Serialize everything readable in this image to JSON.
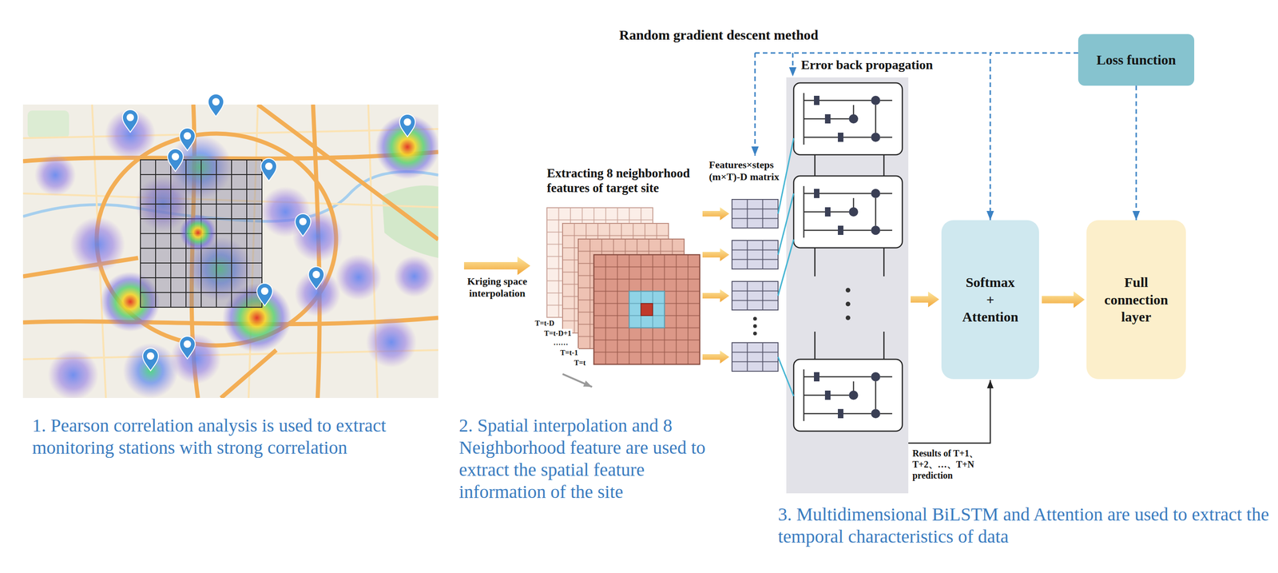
{
  "diagram": {
    "nodes": [
      {
        "text": [
          "Loss function"
        ]
      },
      {
        "text": [
          "Softmax + Attention"
        ]
      },
      {
        "text": [
          "Full connection layer"
        ]
      }
    ],
    "edges": [
      {
        "from": 0,
        "to": 1,
        "arrow": "to"
      },
      {
        "from": 0,
        "to": 2,
        "arrow": "to"
      },
      {
        "from": 1,
        "to": 2,
        "arrow": "to"
      }
    ],
    "labels": [
      "Random gradient descent method",
      "Error back propagation",
      "Kriging space interpolation",
      "Extracting 8 neighborhood features of target site",
      "T=t-D",
      "T=t-D+1",
      "……",
      "T=t-1",
      "T=t",
      "Features×steps (m×T)-D matrix",
      "Results of T+1、T+2、…、T+N prediction",
      "1. Pearson correlation analysis is used to extract monitoring stations with strong correlation",
      "2. Spatial interpolation and 8 Neighborhood feature are used to extract the spatial feature information of the site",
      "3. Multidimensional BiLSTM and Attention are used to extract the temporal characteristics of data"
    ]
  }
}
